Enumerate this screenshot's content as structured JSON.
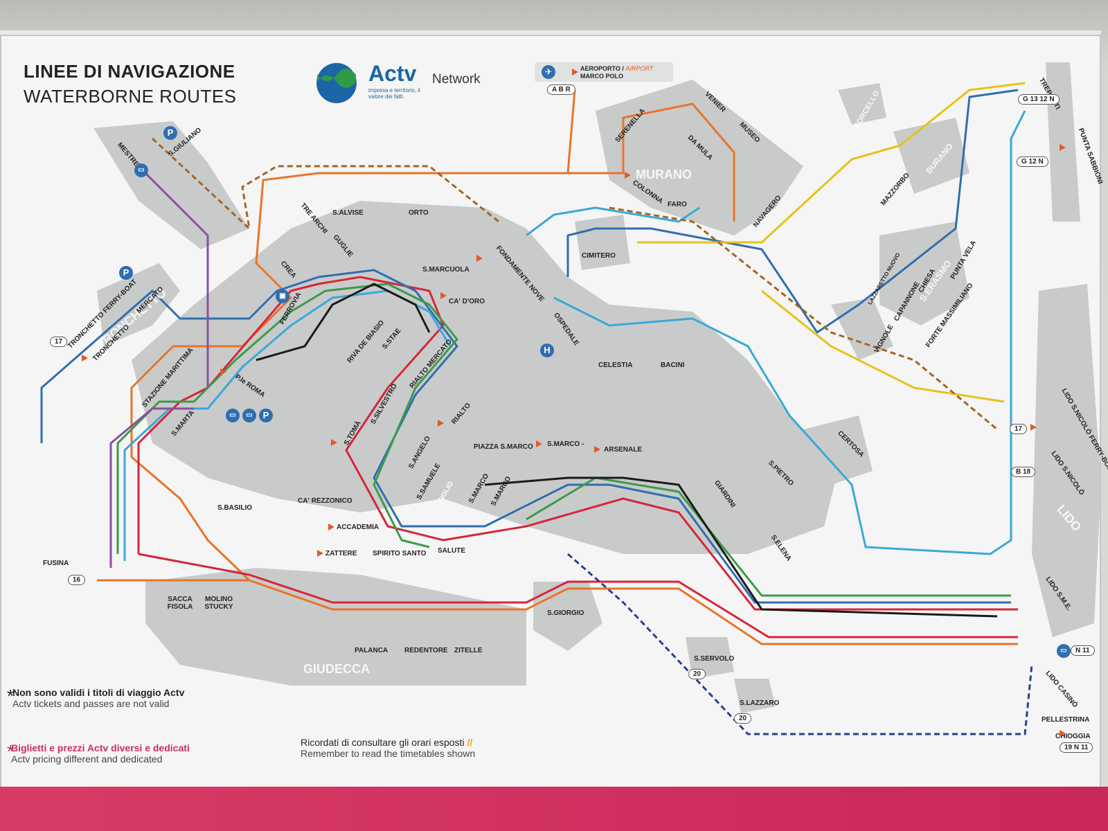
{
  "header": {
    "title_it": "LINEE DI NAVIGAZIONE",
    "title_en": "WATERBORNE ROUTES",
    "brand": "Actv",
    "brand_tagline": "impresa e territorio, il valore dei fatti.",
    "network": "Network"
  },
  "airport": {
    "label_it": "AEROPORTO / ",
    "label_en": "AIRPORT",
    "label_name": "MARCO POLO",
    "lines": "A B R"
  },
  "notes": {
    "invalid_it": "Non sono validi i titoli di viaggio Actv",
    "invalid_en": "Actv tickets and passes are not valid",
    "pricing_it": "Biglietti e prezzi Actv diversi e dedicati",
    "pricing_en": "Actv pricing different and dedicated",
    "timetable_it": "Ricordati di consultare gli orari esposti",
    "timetable_en": "Remember to read the timetables shown"
  },
  "areas": {
    "tronchetto": "TRONCHETTO",
    "murano": "MURANO",
    "giudecca": "GIUDECCA",
    "lido": "LIDO",
    "burano": "BURANO",
    "torcello": "TORCELLO",
    "serasmo": "S.ERASMO"
  },
  "stops": {
    "sgiuliano": "S.GIULIANO",
    "mestre": "MESTRE",
    "salvise": "S.ALVISE",
    "orto": "ORTO",
    "trearchi": "TRE ARCHI",
    "guglie": "GUGLIE",
    "crea": "CREA",
    "ferrovia": "FERROVIA",
    "tronchetto_fb": "TRONCHETTO FERRY-BOAT",
    "tronchetto": "TRONCHETTO",
    "mercato": "MERCATO",
    "stazione_marittima": "STAZIONE MARITTIMA",
    "smarta": "S.MARTA",
    "piazzale_roma": "P.le ROMA",
    "smarcuola": "S.MARCUOLA",
    "cadoro": "CA' D'ORO",
    "rivadebiasio": "RIVA DE BIASIO",
    "sstae": "S.STAE",
    "rialto_mercato": "RIALTO MERCATO",
    "rialto": "RIALTO",
    "ssilvestro": "S.SILVESTRO",
    "stoma": "S.TOMÀ",
    "sangelo": "S.ANGELO",
    "ssamuele": "S.SAMUELE",
    "carezzonico": "CA' REZZONICO",
    "accademia": "ACCADEMIA",
    "giglio": "GIGLIO",
    "smarco_vallaresso": "S.MARCO",
    "smarco_giardinetti": "S.MARCO",
    "salute": "SALUTE",
    "piazza_smarco": "PIAZZA S.MARCO",
    "smarco_zaccaria": "S.MARCO -",
    "arsenale": "ARSENALE",
    "fondamente_nove": "FONDAMENTE NOVE",
    "ospedale": "OSPEDALE",
    "cimitero": "CIMITERO",
    "celestia": "CELESTIA",
    "bacini": "BACINI",
    "serenella": "SERENELLA",
    "venier": "VENIER",
    "museo": "MUSEO",
    "damula": "DA MULA",
    "colonna": "COLONNA",
    "faro": "FARO",
    "navagero": "NAVAGERO",
    "mazzorbo": "MAZZORBO",
    "treporti": "TREPORTI",
    "punta_sabbioni": "PUNTA SABBIONI",
    "lazzaretto": "LAZZARETTO NUOVO",
    "vignole": "VIGNOLE",
    "capannone": "CAPANNONE",
    "chiesa": "CHIESA",
    "punta_vela": "PUNTA VELA",
    "forte": "FORTE MASSIMILIANO",
    "certosa": "CERTOSA",
    "spietro": "S.PIETRO",
    "giardini": "GIARDINI",
    "selena": "S.ELENA",
    "sgiorgio": "S.GIORGIO",
    "sservolo": "S.SERVOLO",
    "slazzaro": "S.LAZZARO",
    "lido_fb": "LIDO S.NICOLÒ FERRY-BOAT",
    "lido_snicolo": "LIDO S.NICOLÒ",
    "lido_sme": "LIDO S.M.E.",
    "lido_casino": "LIDO CASINÒ",
    "pellestrina": "PELLESTRINA",
    "chioggia": "CHIOGGIA",
    "sbasilio": "S.BASILIO",
    "fusina": "FUSINA",
    "saccafisola": "SACCA FISOLA",
    "molinostucky": "MOLINO STUCKY",
    "zattere": "ZATTERE",
    "spirito_santo": "SPIRITO SANTO",
    "palanca": "PALANCA",
    "redentore": "REDENTORE",
    "zitelle": "ZITELLE"
  },
  "codes": {
    "fusina": "16",
    "tronchetto_fb": "17",
    "lido_fb": "17",
    "sservolo": "20",
    "slazzaro": "20",
    "lido_snicolo": "B 18",
    "chioggia": "19 N 11",
    "lido_bus": "N 11",
    "punta_sabbioni": "G 12 N",
    "treporti": "G 13 12 N"
  },
  "colors": {
    "orange": "#e8742a",
    "red": "#d6253a",
    "blue": "#2f6eb0",
    "green": "#3b9a4b",
    "lightblue": "#3aa8d8",
    "purple": "#8b4fa0",
    "black": "#1a1a1a",
    "yellow": "#e6c21a",
    "brown": "#a0652a",
    "darkblue": "#2a3f8f",
    "gray_land": "#c9cbca",
    "pink_strip": "#d83b66"
  }
}
